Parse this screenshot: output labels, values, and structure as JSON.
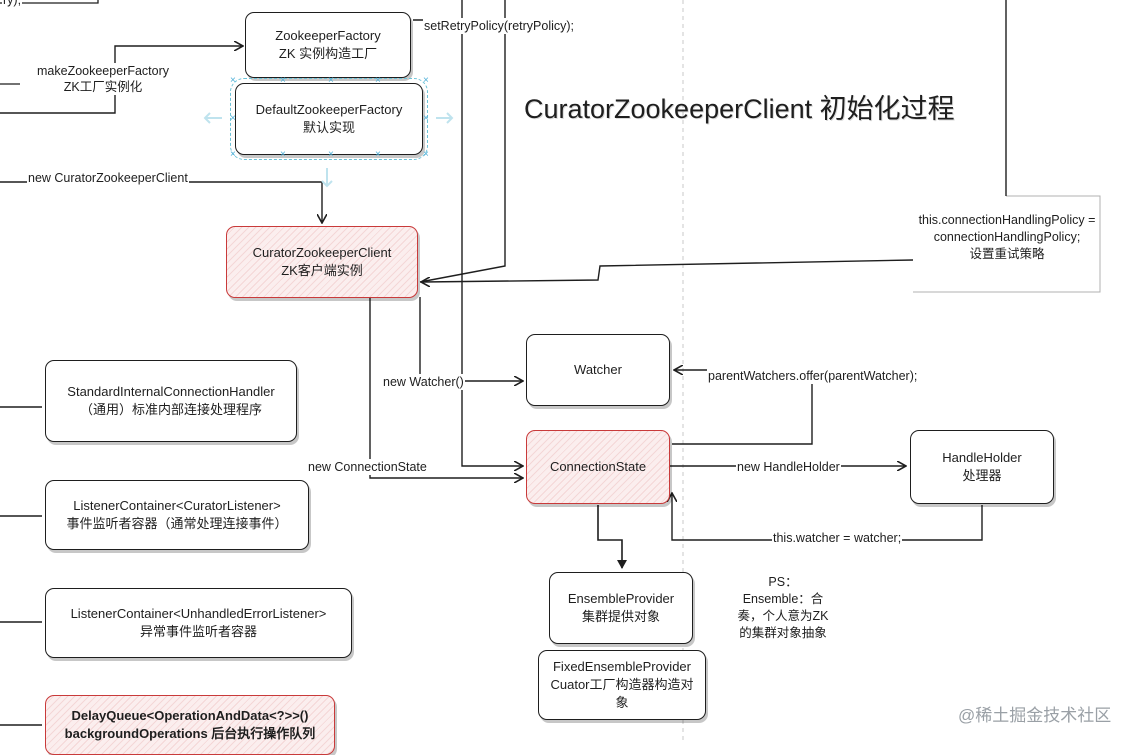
{
  "title": "CuratorZookeeperClient 初始化过程",
  "nodes": {
    "zookeeper_factory": [
      "ZookeeperFactory",
      "ZK 实例构造工厂"
    ],
    "default_zookeeper_factory": [
      "DefaultZookeeperFactory",
      "默认实现"
    ],
    "curator_zookeeper_client": [
      "CuratorZookeeperClient",
      "ZK客户端实例"
    ],
    "standard_internal_connection_handler": [
      "StandardInternalConnectionHandler",
      "（通用）标准内部连接处理程序"
    ],
    "listener_container_curator": [
      "ListenerContainer<CuratorListener>",
      "事件监听者容器（通常处理连接事件）"
    ],
    "listener_container_unhandled": [
      "ListenerContainer<UnhandledErrorListener>",
      "异常事件监听者容器"
    ],
    "delay_queue": [
      "DelayQueue<OperationAndData<?>>()",
      "backgroundOperations 后台执行操作队列"
    ],
    "watcher": [
      "Watcher"
    ],
    "connection_state": [
      "ConnectionState"
    ],
    "handle_holder": [
      "HandleHolder",
      "处理器"
    ],
    "ensemble_provider": [
      "EnsembleProvider",
      "集群提供对象"
    ],
    "fixed_ensemble_provider": [
      "FixedEnsembleProvider",
      "Cuator工厂构造器构造对",
      "象"
    ],
    "connection_handling_policy": [
      "this.connectionHandlingPolicy =",
      "connectionHandlingPolicy;",
      "设置重试策略"
    ]
  },
  "edge_labels": {
    "set_retry_policy": "setRetryPolicy(retryPolicy);",
    "make_zookeeper_factory": [
      "makeZookeeperFactory",
      "ZK工厂实例化"
    ],
    "new_curator_zookeeper_client": "new CuratorZookeeperClient",
    "new_watcher": "new Watcher()",
    "parent_watchers_offer": "parentWatchers.offer(parentWatcher);",
    "new_connection_state": "new ConnectionState",
    "new_handle_holder": "new HandleHolder",
    "this_watcher": "this.watcher = watcher;",
    "top_left_fragment": "ry);"
  },
  "note": [
    "PS：",
    "Ensemble：合",
    "奏，个人意为ZK",
    "的集群对象抽象"
  ],
  "watermark": "@稀土掘金技术社区",
  "colors": {
    "stroke": "#1e1e1e",
    "highlight_stroke": "#c93a3a",
    "highlight_fill": "#fbeeee",
    "selection": "#6cc3d8",
    "guide_dashed": "#c8c8c8",
    "watermark": "#9aa0a6"
  }
}
